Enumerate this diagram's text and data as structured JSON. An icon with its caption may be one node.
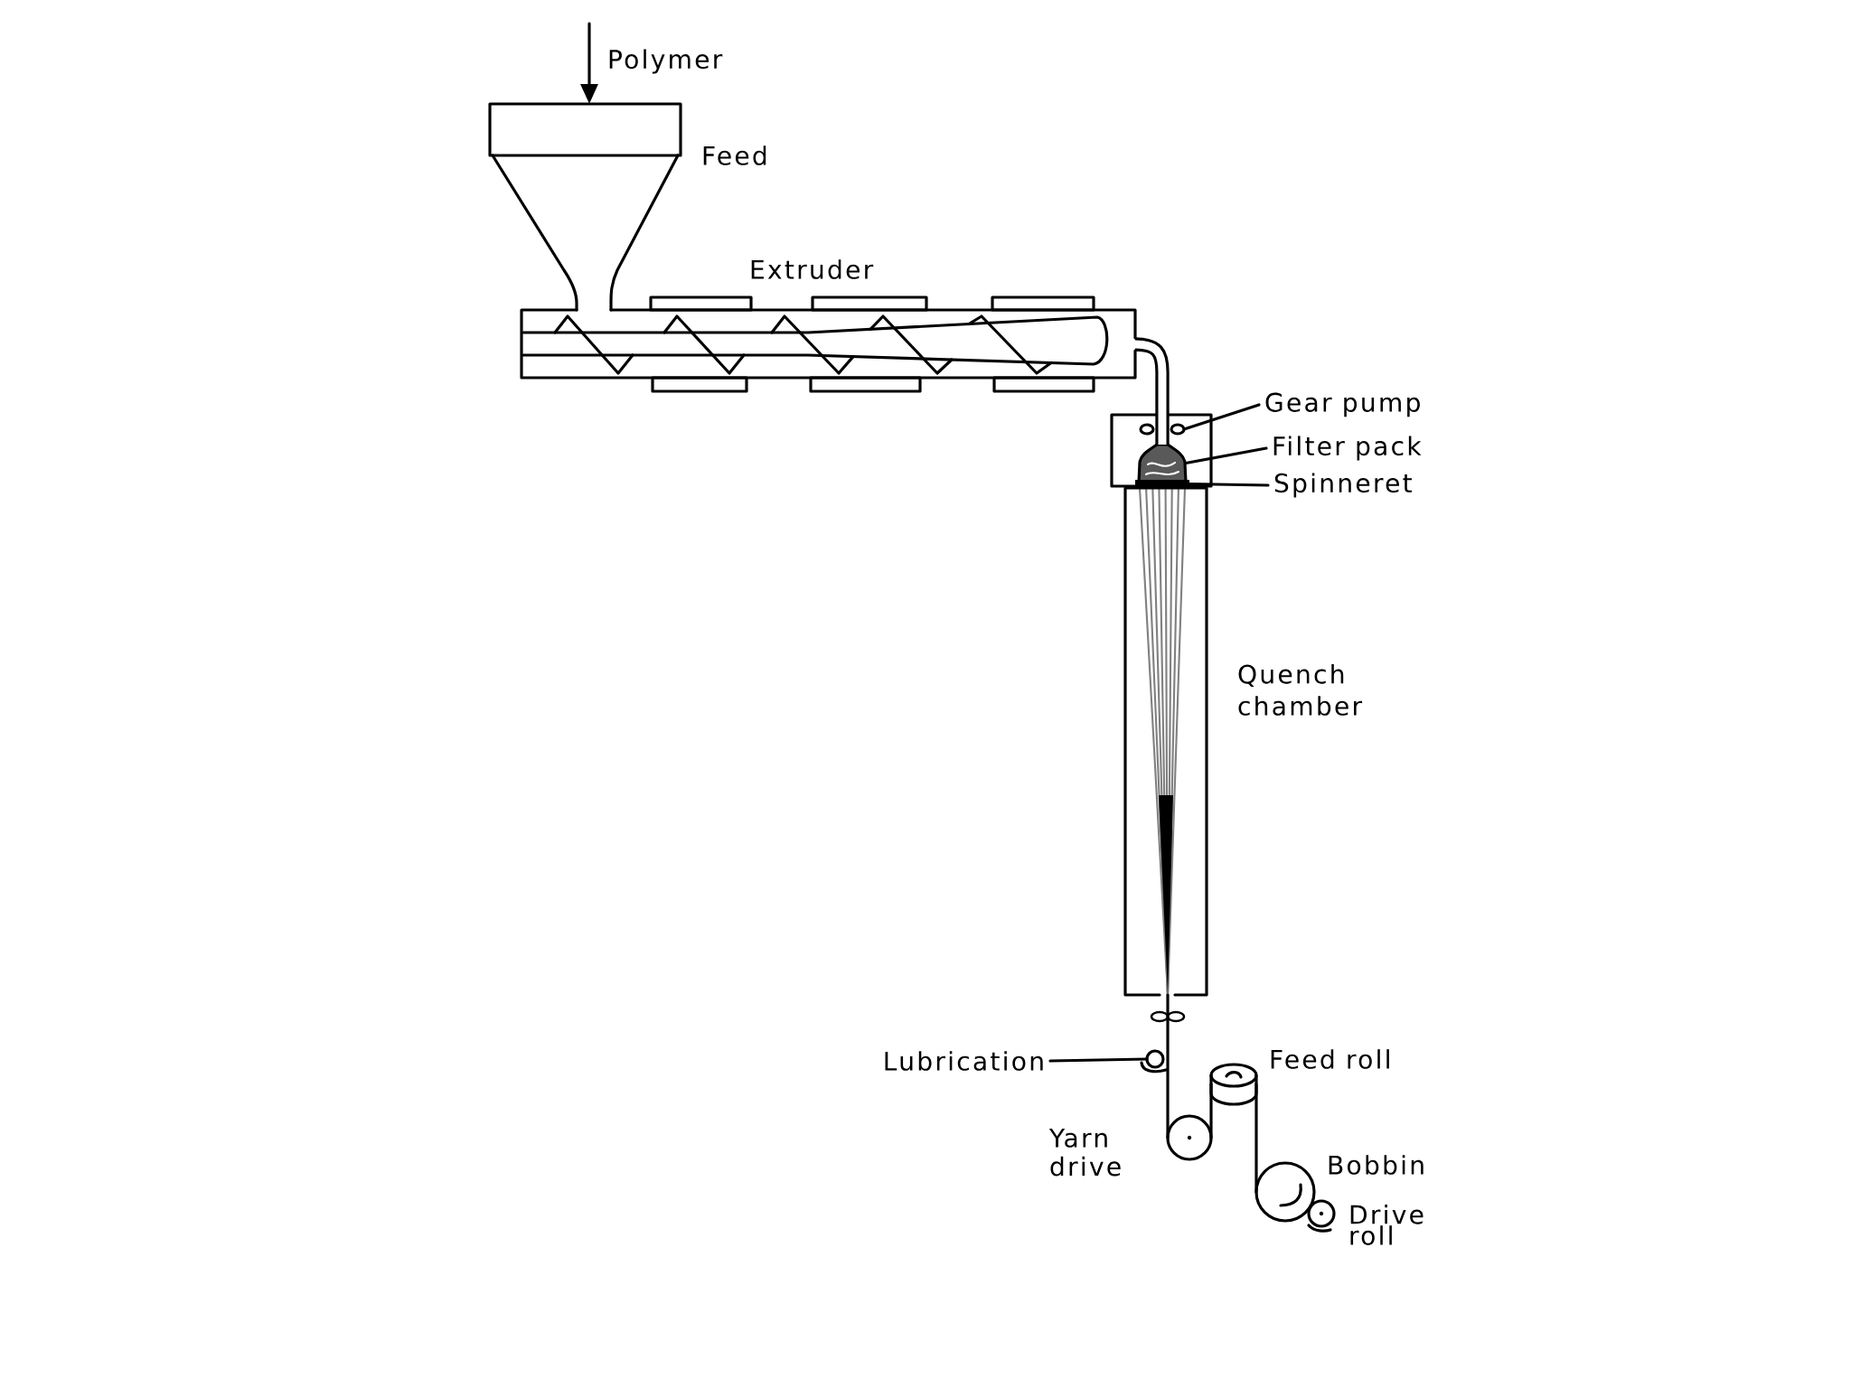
{
  "diagram": {
    "nodes": [
      {
        "text": [],
        "shape": "picture",
        "beside": [
          "Feed"
        ]
      },
      {
        "text": [],
        "shape": "picture",
        "beside": [
          "Extruder"
        ]
      },
      {
        "text": [],
        "shape": "box"
      },
      {
        "text": [
          "Gear pump"
        ]
      },
      {
        "text": [],
        "shape": "picture",
        "in": 2
      },
      {
        "text": [
          "Filter pack"
        ]
      },
      {
        "text": [],
        "shape": "picture",
        "in": 2
      },
      {
        "text": [
          "Spinneret"
        ]
      },
      {
        "text": [],
        "shape": "bar",
        "in": 2
      },
      {
        "text": [
          "Quench chamber"
        ]
      },
      {
        "text": [
          "Lubrication"
        ]
      },
      {
        "text": [],
        "shape": "circle"
      },
      {
        "text": [],
        "shape": "cylinder",
        "beside": [
          "Feed roll"
        ]
      },
      {
        "text": [],
        "shape": "circle",
        "beside": [
          "Yarn drive"
        ]
      },
      {
        "text": [],
        "shape": "circle",
        "beside": [
          "Bobbin"
        ]
      },
      {
        "text": [],
        "shape": "circle",
        "beside": [
          "Drive roll"
        ]
      }
    ],
    "edges": [
      {
        "from": null,
        "to": 0,
        "arrow": "to",
        "label": "Polymer"
      },
      {
        "from": 1,
        "to": 6,
        "arrow": "none",
        "style": "thick"
      },
      {
        "from": 3,
        "to": 4,
        "arrow": "none"
      },
      {
        "from": 5,
        "to": 6,
        "arrow": "none"
      },
      {
        "from": 7,
        "to": 8,
        "arrow": "none"
      },
      {
        "from": 10,
        "to": 11,
        "arrow": "none"
      },
      {
        "from": 9,
        "to": 13,
        "arrow": "none"
      },
      {
        "from": 13,
        "to": 12,
        "arrow": "none"
      },
      {
        "from": 12,
        "to": 14,
        "arrow": "none"
      }
    ]
  }
}
